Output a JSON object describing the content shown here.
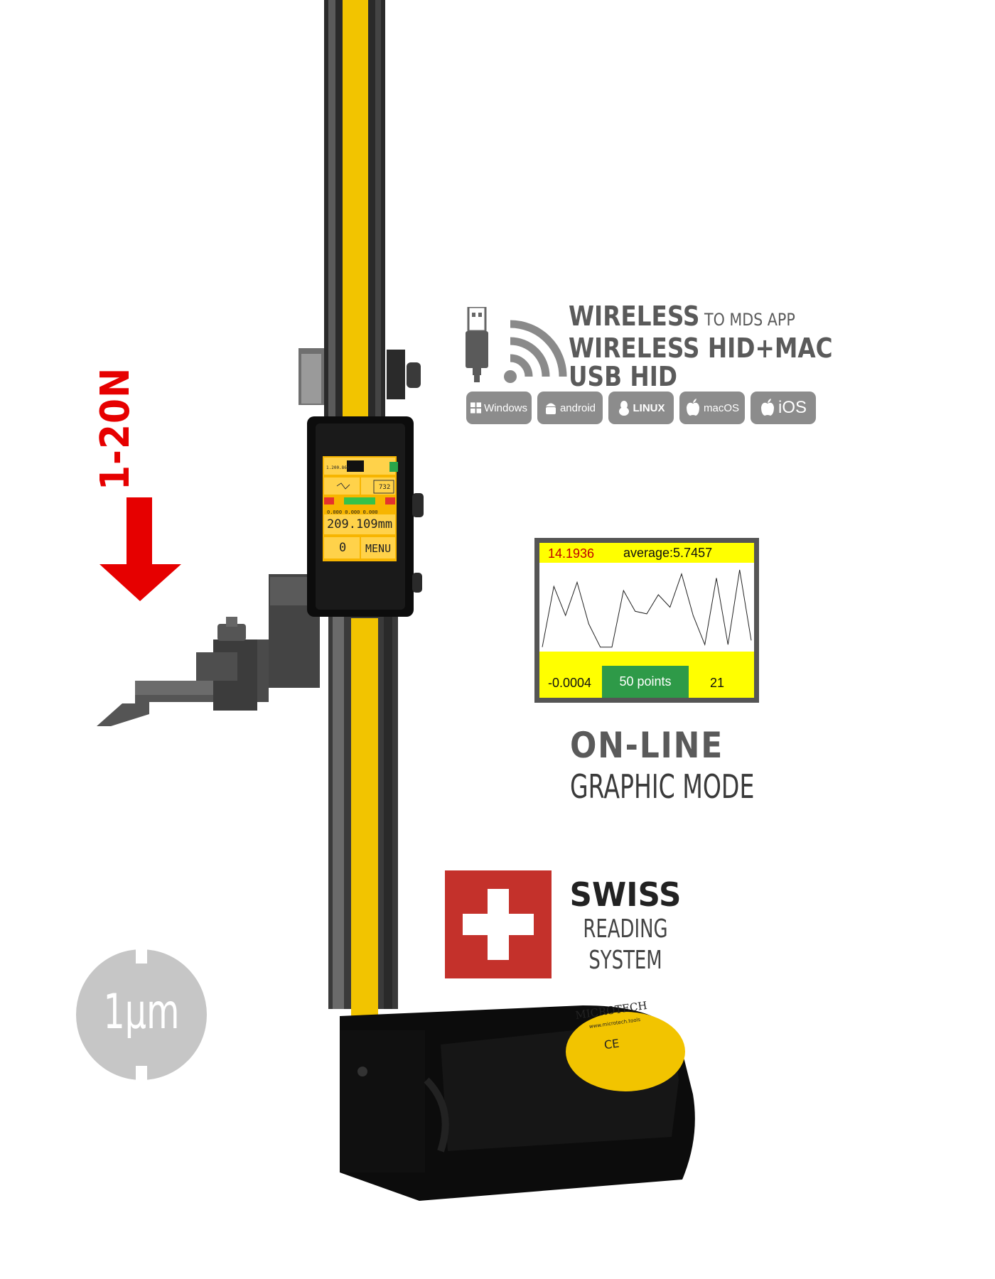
{
  "force": {
    "label": "1-20N"
  },
  "connectivity": {
    "lines": [
      {
        "main": "WIRELESS",
        "suffix": " TO MDS APP"
      },
      {
        "main": "WIRELESS HID+MAC",
        "suffix": ""
      },
      {
        "main": "USB HID",
        "suffix": ""
      }
    ],
    "os_badges": [
      "Windows",
      "android",
      "LINUX",
      "macOS",
      "iOS"
    ]
  },
  "graph_panel": {
    "current": "14.1936",
    "average": "average:5.7457",
    "min": "-0.0004",
    "points_button": "50 points",
    "count": "21"
  },
  "chart_data": {
    "type": "line",
    "series": [
      {
        "values": [
          0.02,
          0.75,
          0.4,
          0.8,
          0.3,
          0.02,
          0.02,
          0.7,
          0.45,
          0.42,
          0.65,
          0.5,
          0.9,
          0.4,
          0.05,
          0.85,
          0.05,
          0.95,
          0.1
        ]
      }
    ]
  },
  "online": {
    "title": "ON-LINE",
    "subtitle": "GRAPHIC MODE"
  },
  "swiss": {
    "title": "SWISS",
    "line2": "READING",
    "line3": "SYSTEM"
  },
  "resolution": {
    "label": "1µm"
  },
  "device_screen": {
    "reading": "209.109mm",
    "zero_button": "0",
    "menu_button": "MENU",
    "count": "732",
    "limits": "0.000  0.000  0.000",
    "header": "1.200.864"
  },
  "base_label": {
    "brand": "MICROTECH",
    "url": "www.microtech.tools",
    "mark": "CE"
  },
  "colors": {
    "accent_yellow": "#f2c400",
    "force_red": "#e60000",
    "swiss_red": "#c4312b",
    "text_gray": "#5a5a5a",
    "button_green": "#2e9a48"
  }
}
